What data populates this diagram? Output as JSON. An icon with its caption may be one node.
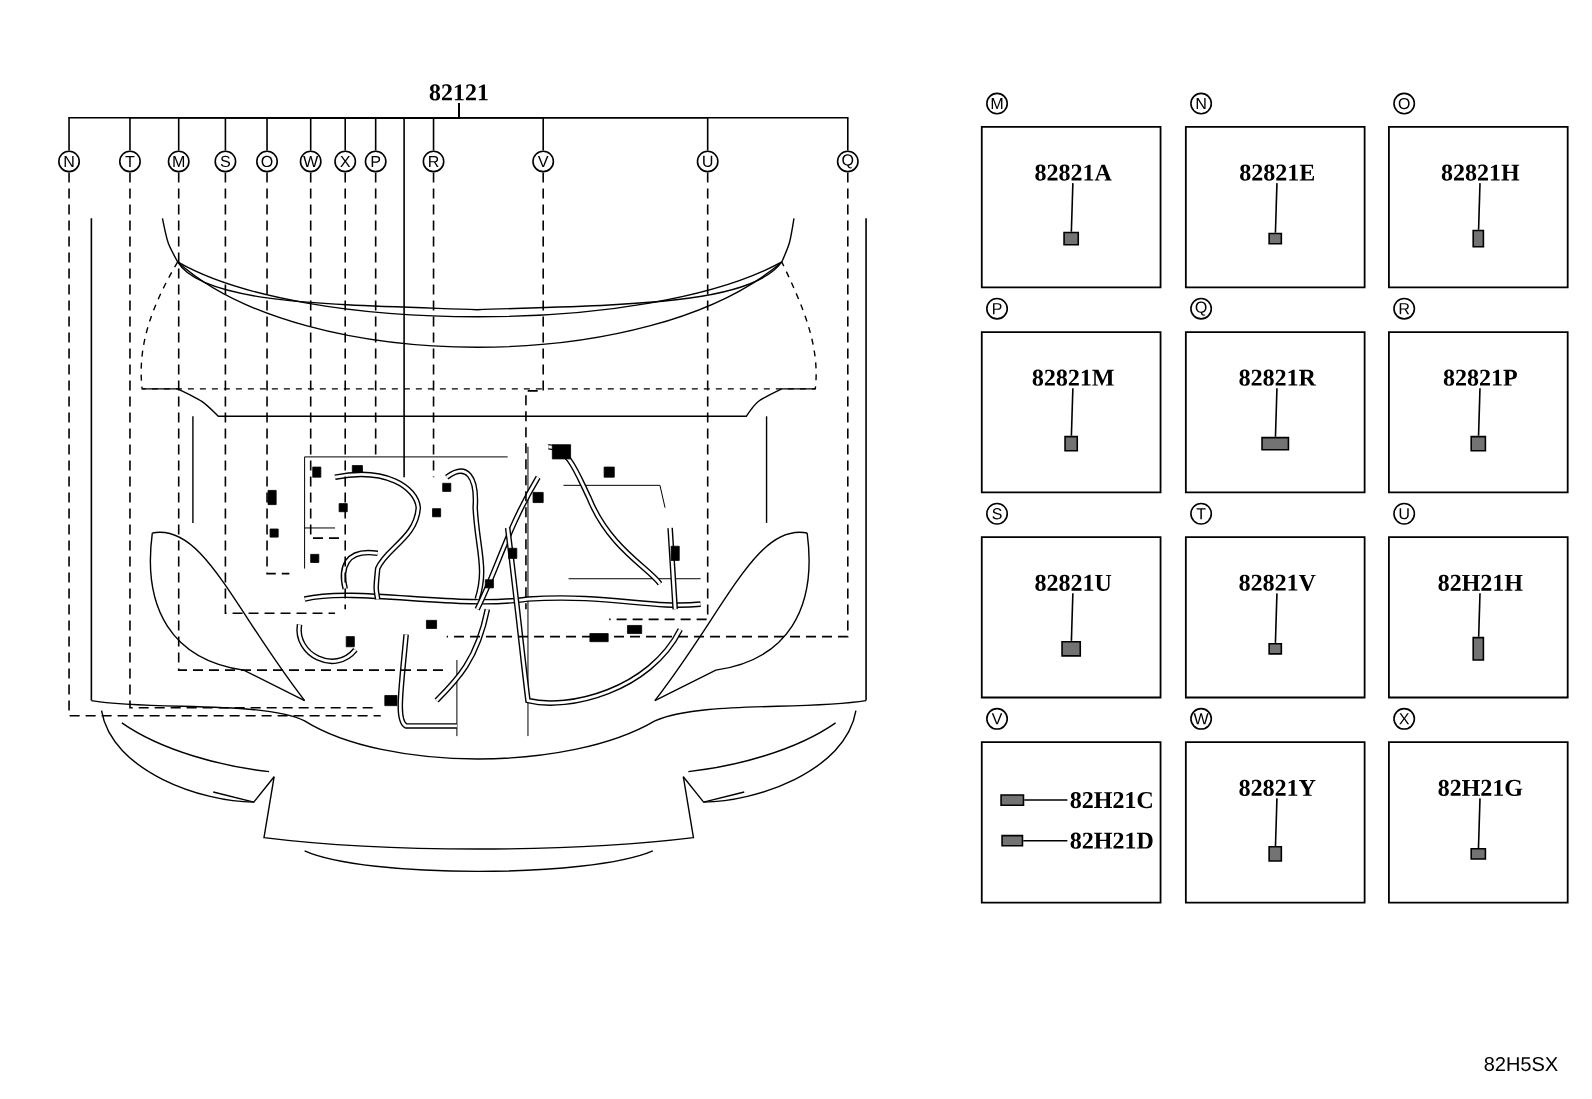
{
  "diagram": {
    "nodes": [
      {
        "text": [
          "82121"
        ]
      },
      {
        "text": [
          "N"
        ]
      },
      {
        "text": [
          "T"
        ]
      },
      {
        "text": [
          "M"
        ]
      },
      {
        "text": [
          "S"
        ]
      },
      {
        "text": [
          "O"
        ]
      },
      {
        "text": [
          "W"
        ]
      },
      {
        "text": [
          "X"
        ]
      },
      {
        "text": [
          "P"
        ]
      },
      {
        "text": [
          "R"
        ]
      },
      {
        "text": [
          "V"
        ]
      },
      {
        "text": [
          "U"
        ]
      },
      {
        "text": [
          "Q"
        ]
      },
      {
        "text": [
          "M"
        ]
      },
      {
        "text": [],
        "shape": "box"
      },
      {
        "text": [
          "82821A"
        ],
        "in": 14
      },
      {
        "text": [],
        "shape": "box",
        "in": 14
      },
      {
        "text": [
          "N"
        ]
      },
      {
        "text": [],
        "shape": "box"
      },
      {
        "text": [
          "82821E"
        ],
        "in": 18
      },
      {
        "text": [],
        "shape": "box",
        "in": 18
      },
      {
        "text": [
          "O"
        ]
      },
      {
        "text": [],
        "shape": "box"
      },
      {
        "text": [
          "82821H"
        ],
        "in": 22
      },
      {
        "text": [],
        "shape": "box",
        "in": 22
      },
      {
        "text": [
          "P"
        ]
      },
      {
        "text": [],
        "shape": "box"
      },
      {
        "text": [
          "82821M"
        ],
        "in": 26
      },
      {
        "text": [],
        "shape": "box",
        "in": 26
      },
      {
        "text": [
          "Q"
        ]
      },
      {
        "text": [],
        "shape": "box"
      },
      {
        "text": [
          "82821R"
        ],
        "in": 30
      },
      {
        "text": [],
        "shape": "box",
        "in": 30
      },
      {
        "text": [
          "R"
        ]
      },
      {
        "text": [],
        "shape": "box"
      },
      {
        "text": [
          "82821P"
        ],
        "in": 34
      },
      {
        "text": [],
        "shape": "box",
        "in": 34
      },
      {
        "text": [
          "S"
        ]
      },
      {
        "text": [],
        "shape": "box"
      },
      {
        "text": [
          "82821U"
        ],
        "in": 38
      },
      {
        "text": [],
        "shape": "box",
        "in": 38
      },
      {
        "text": [
          "T"
        ]
      },
      {
        "text": [],
        "shape": "box"
      },
      {
        "text": [
          "82821V"
        ],
        "in": 42
      },
      {
        "text": [],
        "shape": "box",
        "in": 42
      },
      {
        "text": [
          "U"
        ]
      },
      {
        "text": [],
        "shape": "box"
      },
      {
        "text": [
          "82H21H"
        ],
        "in": 46
      },
      {
        "text": [],
        "shape": "box",
        "in": 46
      },
      {
        "text": [
          "V"
        ]
      },
      {
        "text": [],
        "shape": "box"
      },
      {
        "text": [
          "82H21C"
        ],
        "in": 50
      },
      {
        "text": [],
        "shape": "box",
        "in": 50
      },
      {
        "text": [
          "82H21D"
        ],
        "in": 50
      },
      {
        "text": [],
        "shape": "box",
        "in": 50
      },
      {
        "text": [
          "W"
        ]
      },
      {
        "text": [],
        "shape": "box"
      },
      {
        "text": [
          "82821Y"
        ],
        "in": 56
      },
      {
        "text": [],
        "shape": "box",
        "in": 56
      },
      {
        "text": [
          "X"
        ]
      },
      {
        "text": [],
        "shape": "box"
      },
      {
        "text": [
          "82H21G"
        ],
        "in": 60
      },
      {
        "text": [],
        "shape": "box",
        "in": 60
      }
    ],
    "edges": [
      {
        "from": 0,
        "to": 1,
        "arrow": "none"
      },
      {
        "from": 0,
        "to": 2,
        "arrow": "none"
      },
      {
        "from": 0,
        "to": 3,
        "arrow": "none"
      },
      {
        "from": 0,
        "to": 4,
        "arrow": "none"
      },
      {
        "from": 0,
        "to": 5,
        "arrow": "none"
      },
      {
        "from": 0,
        "to": 6,
        "arrow": "none"
      },
      {
        "from": 0,
        "to": 7,
        "arrow": "none"
      },
      {
        "from": 0,
        "to": 8,
        "arrow": "none"
      },
      {
        "from": 0,
        "to": 9,
        "arrow": "none"
      },
      {
        "from": 0,
        "to": 10,
        "arrow": "none"
      },
      {
        "from": 0,
        "to": 11,
        "arrow": "none"
      },
      {
        "from": 0,
        "to": 12,
        "arrow": "none"
      },
      {
        "from": 0,
        "to": null,
        "arrow": "none"
      },
      {
        "from": 1,
        "to": null,
        "arrow": "none",
        "style": "dashed"
      },
      {
        "from": 2,
        "to": null,
        "arrow": "none",
        "style": "dashed"
      },
      {
        "from": 3,
        "to": null,
        "arrow": "none",
        "style": "dashed"
      },
      {
        "from": 4,
        "to": null,
        "arrow": "none",
        "style": "dashed"
      },
      {
        "from": 5,
        "to": null,
        "arrow": "none",
        "style": "dashed"
      },
      {
        "from": 6,
        "to": null,
        "arrow": "none",
        "style": "dashed"
      },
      {
        "from": 7,
        "to": null,
        "arrow": "none",
        "style": "dashed"
      },
      {
        "from": 8,
        "to": null,
        "arrow": "none",
        "style": "dashed"
      },
      {
        "from": 9,
        "to": null,
        "arrow": "none",
        "style": "dashed"
      },
      {
        "from": 10,
        "to": null,
        "arrow": "none",
        "style": "dashed"
      },
      {
        "from": 11,
        "to": null,
        "arrow": "none",
        "style": "dashed"
      },
      {
        "from": 12,
        "to": null,
        "arrow": "none",
        "style": "dashed"
      },
      {
        "from": 15,
        "to": 16,
        "arrow": "none"
      },
      {
        "from": 19,
        "to": 20,
        "arrow": "none"
      },
      {
        "from": 23,
        "to": 24,
        "arrow": "none"
      },
      {
        "from": 27,
        "to": 28,
        "arrow": "none"
      },
      {
        "from": 31,
        "to": 32,
        "arrow": "none"
      },
      {
        "from": 35,
        "to": 36,
        "arrow": "none"
      },
      {
        "from": 39,
        "to": 40,
        "arrow": "none"
      },
      {
        "from": 43,
        "to": 44,
        "arrow": "none"
      },
      {
        "from": 47,
        "to": 48,
        "arrow": "none"
      },
      {
        "from": 51,
        "to": 52,
        "arrow": "none"
      },
      {
        "from": 53,
        "to": 54,
        "arrow": "none"
      },
      {
        "from": 57,
        "to": 58,
        "arrow": "none"
      },
      {
        "from": 61,
        "to": 62,
        "arrow": "none"
      }
    ],
    "labels": [
      "82H5SX"
    ]
  }
}
